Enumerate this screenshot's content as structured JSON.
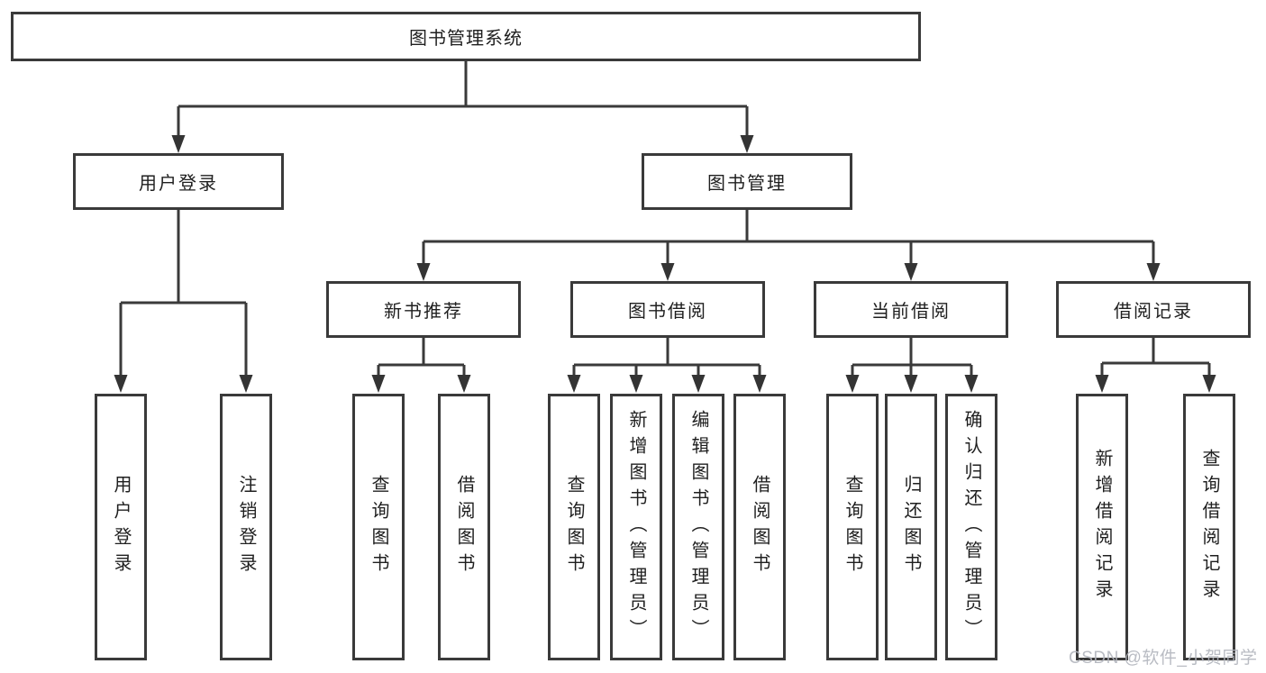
{
  "diagram": {
    "tree": {
      "label": "图书管理系统",
      "children": [
        {
          "label": "用户登录",
          "children": [
            {
              "label": "用户登录"
            },
            {
              "label": "注销登录"
            }
          ]
        },
        {
          "label": "图书管理",
          "children": [
            {
              "label": "新书推荐",
              "children": [
                {
                  "label": "查询图书"
                },
                {
                  "label": "借阅图书"
                }
              ]
            },
            {
              "label": "图书借阅",
              "children": [
                {
                  "label": "查询图书"
                },
                {
                  "label": "新增图书（管理员）"
                },
                {
                  "label": "编辑图书（管理员）"
                },
                {
                  "label": "借阅图书"
                }
              ]
            },
            {
              "label": "当前借阅",
              "children": [
                {
                  "label": "查询图书"
                },
                {
                  "label": "归还图书"
                },
                {
                  "label": "确认归还（管理员）"
                }
              ]
            },
            {
              "label": "借阅记录",
              "children": [
                {
                  "label": "新增借阅记录"
                },
                {
                  "label": "查询借阅记录"
                }
              ]
            }
          ]
        }
      ]
    },
    "colors": {
      "line": "#3a3a3a",
      "text": "#1f1f1f",
      "watermark": "#b2b5bd"
    }
  },
  "watermark": {
    "text": "CSDN @软件_小贺同学"
  }
}
